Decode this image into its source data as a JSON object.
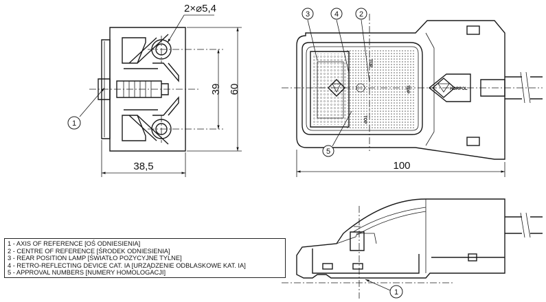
{
  "dimensions": {
    "hole": "2×⌀5,4",
    "hole_spacing": "39",
    "height": "60",
    "width_side": "38,5",
    "length": "100"
  },
  "callouts": {
    "c1": "1",
    "c2": "2",
    "c3": "3",
    "c4": "4",
    "c5": "5",
    "c1_bottom": "1"
  },
  "brand": "HORPOL",
  "marks": {
    "top_a": "TOP",
    "top_b": "TOP",
    "top_c": "TOP"
  },
  "legend": [
    "1 - AXIS OF REFERENCE [OŚ ODNIESIENIA]",
    "2 - CENTRE OF REFERENCE [ŚRODEK ODNIESIENIA]",
    "3 - REAR POSITION LAMP [ŚWIATŁO POZYCYJNE TYLNE]",
    "4 - RETRO-REFLECTING DEVICE CAT. IA [URZĄDZENIE ODBLASKOWE KAT. IA]",
    "5 - APPROVAL NUMBERS [NUMERY HOMOLOGACJI]"
  ]
}
